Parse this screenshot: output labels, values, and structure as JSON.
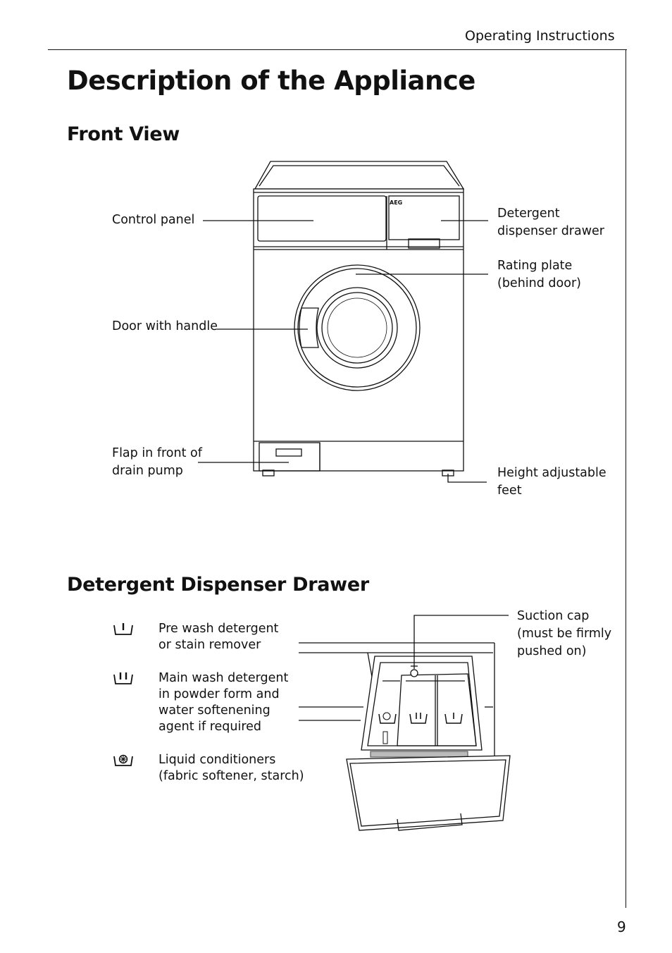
{
  "header": {
    "section": "Operating Instructions"
  },
  "page": {
    "title": "Description of the Appliance",
    "number": "9"
  },
  "front_view": {
    "heading": "Front View",
    "brand": "AEG",
    "labels": {
      "control_panel": "Control panel",
      "detergent_drawer": [
        "Detergent",
        "dispenser drawer"
      ],
      "rating_plate": [
        "Rating plate",
        "(behind door)"
      ],
      "door_handle": "Door with handle",
      "flap": [
        "Flap in front of",
        "drain pump"
      ],
      "feet": [
        "Height adjustable",
        "feet"
      ]
    }
  },
  "dispenser": {
    "heading": "Detergent Dispenser Drawer",
    "legend": [
      {
        "icon": "pre-wash-icon",
        "lines": [
          "Pre wash detergent",
          "or stain remover"
        ]
      },
      {
        "icon": "main-wash-icon",
        "lines": [
          "Main wash detergent",
          "in powder form and",
          "water softenening",
          "agent if required"
        ]
      },
      {
        "icon": "conditioner-icon",
        "lines": [
          "Liquid conditioners",
          "(fabric softener, starch)"
        ]
      }
    ],
    "suction_cap": [
      "Suction cap",
      "(must be firmly",
      "pushed on)"
    ]
  }
}
